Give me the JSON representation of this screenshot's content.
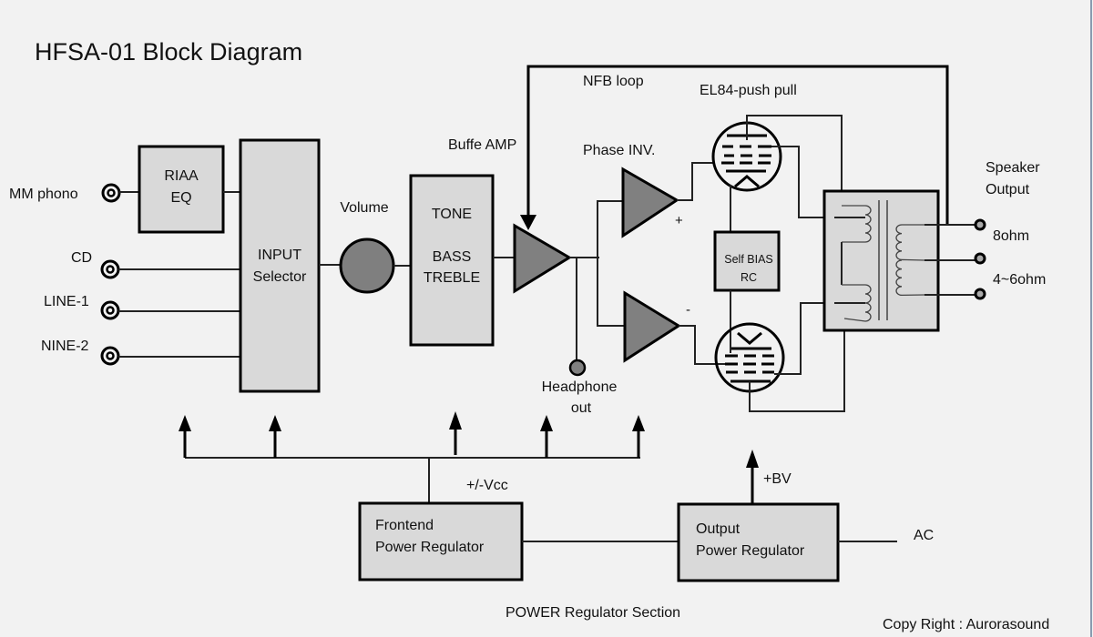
{
  "title": "HFSA-01 Block Diagram",
  "inputs": [
    {
      "label": "MM phono"
    },
    {
      "label": "CD"
    },
    {
      "label": "LINE-1"
    },
    {
      "label": "NINE-2"
    }
  ],
  "blocks": {
    "riaa": {
      "line1": "RIAA",
      "line2": "EQ"
    },
    "input_selector": {
      "line1": "INPUT",
      "line2": "Selector"
    },
    "volume": {
      "label": "Volume"
    },
    "tone": {
      "line1": "TONE",
      "line2": "BASS",
      "line3": "TREBLE"
    },
    "buffer_amp": {
      "label": "Buffe AMP"
    },
    "nfb": {
      "label": "NFB loop"
    },
    "phase_inv": {
      "label": "Phase INV.",
      "plus": "+",
      "minus": "-"
    },
    "output_tubes": {
      "label": "EL84-push pull"
    },
    "self_bias": {
      "line1": "Self BIAS",
      "line2": "RC"
    },
    "headphone": {
      "line1": "Headphone",
      "line2": "out"
    },
    "speaker": {
      "line1": "Speaker",
      "line2": "Output",
      "tap_8": "8ohm",
      "tap_4_6": "4~6ohm"
    }
  },
  "power": {
    "vcc_label": "+/-Vcc",
    "bv_label": "+BV",
    "frontend": {
      "line1": "Frontend",
      "line2": "Power Regulator"
    },
    "output": {
      "line1": "Output",
      "line2": "Power Regulator"
    },
    "ac_label": "AC",
    "section_label": "POWER Regulator Section"
  },
  "copyright": "Copy Right : Aurorasound"
}
